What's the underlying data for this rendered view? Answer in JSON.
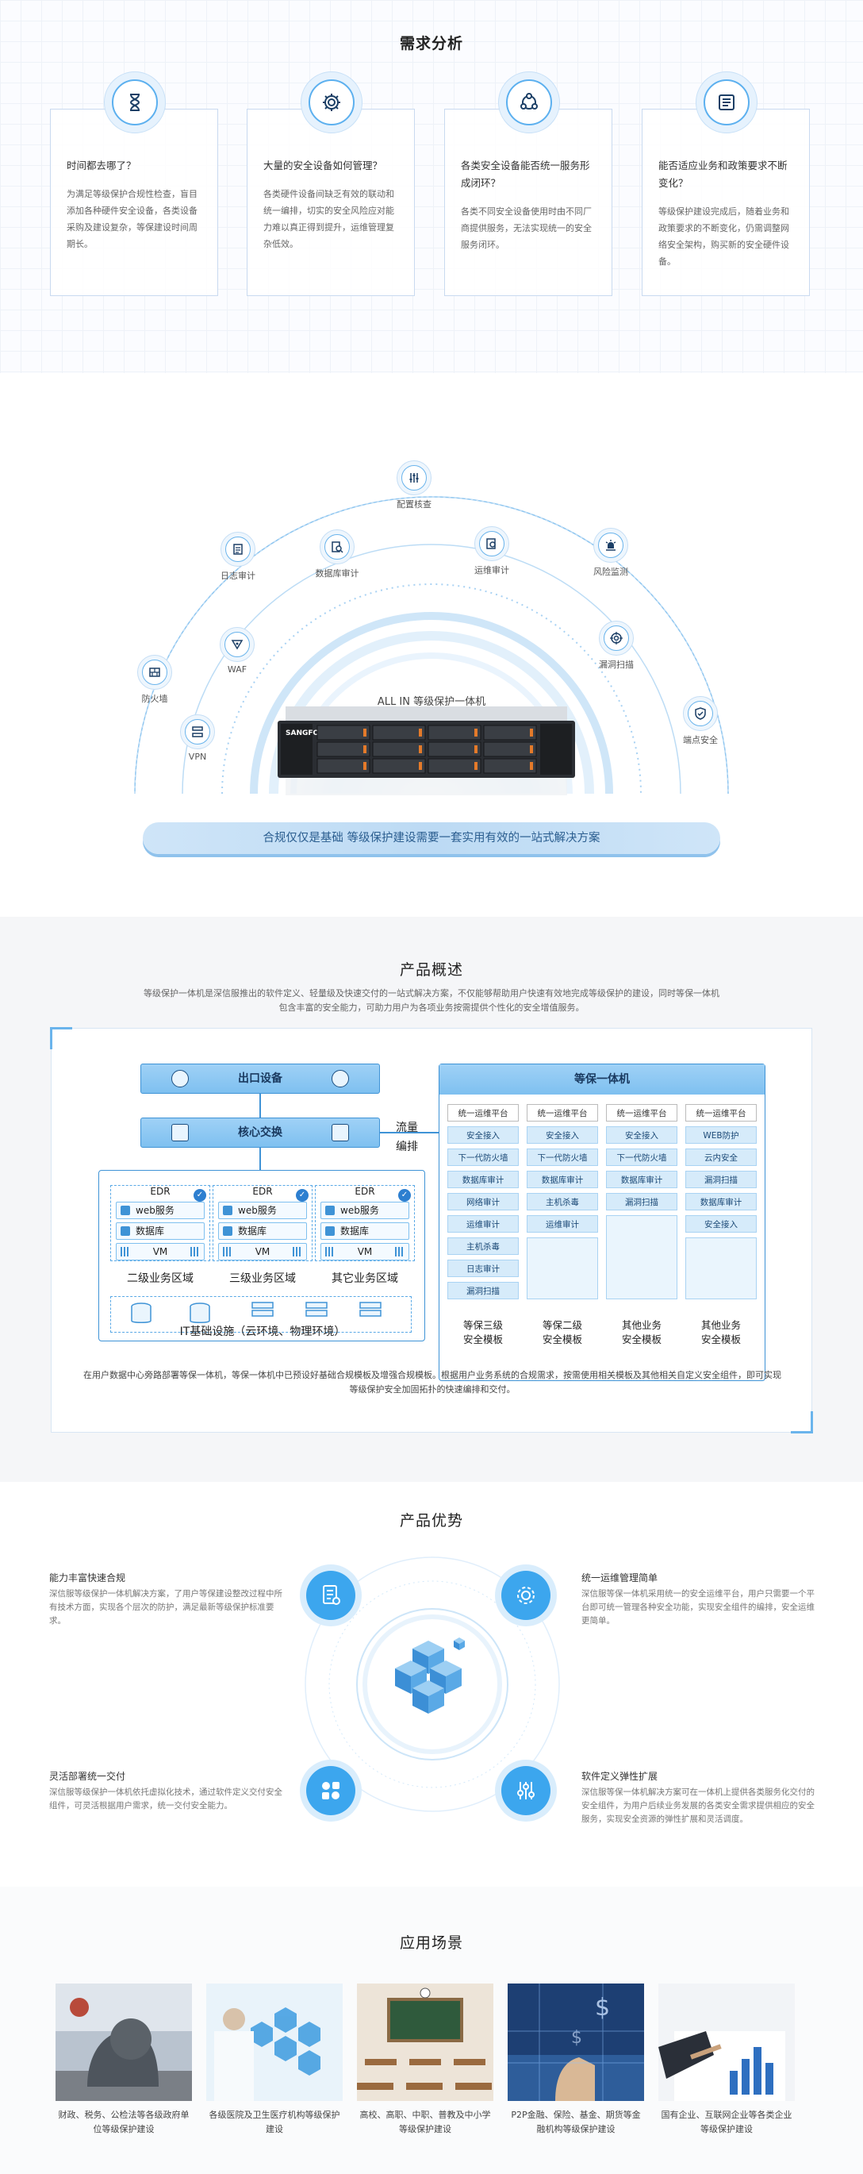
{
  "needs": {
    "title": "需求分析",
    "cards": [
      {
        "icon": "hourglass-icon",
        "question": "时间都去哪了？",
        "desc": "为满足等级保护合规性检查，盲目添加各种硬件安全设备，各类设备采购及建设复杂，等保建设时间周期长。"
      },
      {
        "icon": "gear-icon",
        "question": "大量的安全设备如何管理？",
        "desc": "各类硬件设备间缺乏有效的联动和统一编排，切实的安全风险应对能力难以真正得到提升，运维管理复杂低效。"
      },
      {
        "icon": "network-icon",
        "question": "各类安全设备能否统一服务形成闭环？",
        "desc": "各类不同安全设备使用时由不同厂商提供服务，无法实现统一的安全服务闭环。"
      },
      {
        "icon": "document-icon",
        "question": "能否适应业务和政策要求不断变化？",
        "desc": "等级保护建设完成后，随着业务和政策要求的不断变化，仍需调整网络安全架构，购买新的安全硬件设备。"
      }
    ]
  },
  "arc": {
    "nodes": [
      "VPN",
      "防火墙",
      "WAF",
      "日志审计",
      "数据库审计",
      "配置核查",
      "运维审计",
      "风险监测",
      "漏洞扫描",
      "端点安全"
    ],
    "server_title": "ALL IN 等级保护一体机",
    "server_brand": "SANGFOR",
    "banner": "合规仅仅是基础 等级保护建设需要一套实用有效的一站式解决方案"
  },
  "overview": {
    "title": "产品概述",
    "desc": "等级保护一体机是深信服推出的软件定义、轻量级及快速交付的一站式解决方案，不仅能够帮助用户快速有效地完成等级保护的建设，同时等保一体机包含丰富的安全能力，可助力用户为各项业务按需提供个性化的安全增值服务。",
    "exit_device": "出口设备",
    "core_switch": "核心交换",
    "flow": [
      "流量",
      "编排"
    ],
    "zones": [
      {
        "edr": "EDR",
        "web": "web服务",
        "db": "数据库",
        "vm": "VM",
        "name": "二级业务区域"
      },
      {
        "edr": "EDR",
        "web": "web服务",
        "db": "数据库",
        "vm": "VM",
        "name": "三级业务区域"
      },
      {
        "edr": "EDR",
        "web": "web服务",
        "db": "数据库",
        "vm": "VM",
        "name": "其它业务区域"
      }
    ],
    "infra_name": "IT基础设施（云环境、物理环境）",
    "unit_title": "等保一体机",
    "columns": [
      {
        "items": [
          "统一运维平台",
          "安全接入",
          "下一代防火墙",
          "数据库审计",
          "网络审计",
          "运维审计",
          "主机杀毒",
          "日志审计",
          "漏洞扫描"
        ],
        "name": [
          "等保三级",
          "安全模板"
        ]
      },
      {
        "items": [
          "统一运维平台",
          "安全接入",
          "下一代防火墙",
          "数据库审计",
          "主机杀毒",
          "运维审计"
        ],
        "name": [
          "等保二级",
          "安全模板"
        ]
      },
      {
        "items": [
          "统一运维平台",
          "安全接入",
          "下一代防火墙",
          "数据库审计",
          "漏洞扫描"
        ],
        "name": [
          "其他业务",
          "安全模板"
        ]
      },
      {
        "items": [
          "统一运维平台",
          "WEB防护",
          "云内安全",
          "漏洞扫描",
          "数据库审计",
          "安全接入"
        ],
        "name": [
          "其他业务",
          "安全模板"
        ]
      }
    ],
    "footer": "在用户数据中心旁路部署等保一体机，等保一体机中已预设好基础合规模板及增强合规模板。根据用户业务系统的合规需求，按需使用相关模板及其他相关自定义安全组件，即可实现等级保护安全加固拓扑的快速编排和交付。"
  },
  "advantages": {
    "title": "产品优势",
    "items": [
      {
        "title": "能力丰富快速合规",
        "desc": "深信服等级保护一体机解决方案，了用户等保建设整改过程中所有技术方面，实现各个层次的防护，满足最新等级保护标准要求。"
      },
      {
        "title": "统一运维管理简单",
        "desc": "深信服等保一体机采用统一的安全运维平台，用户只需要一个平台即可统一管理各种安全功能，实现安全组件的编排，安全运维更简单。"
      },
      {
        "title": "灵活部署统一交付",
        "desc": "深信服等级保护一体机依托虚拟化技术，通过软件定义交付安全组件，可灵活根据用户需求，统一交付安全能力。"
      },
      {
        "title": "软件定义弹性扩展",
        "desc": "深信服等保一体机解决方案可在一体机上提供各类服务化交付的安全组件，为用户后续业务发展的各类安全需求提供相应的安全服务，实现安全资源的弹性扩展和灵活调度。"
      }
    ]
  },
  "scenarios": {
    "title": "应用场景",
    "items": [
      {
        "caption": "财政、税务、公检法等各级政府单位等级保护建设"
      },
      {
        "caption": "各级医院及卫生医疗机构等级保护建设"
      },
      {
        "caption": "高校、高职、中职、普教及中小学等级保护建设"
      },
      {
        "caption": "P2P金融、保险、基金、期货等金融机构等级保护建设"
      },
      {
        "caption": "国有企业、互联网企业等各类企业等级保护建设"
      }
    ]
  },
  "colors": {
    "accent": "#3ca6ee",
    "frame": "#3f93d6",
    "light": "#d6ebfa"
  }
}
